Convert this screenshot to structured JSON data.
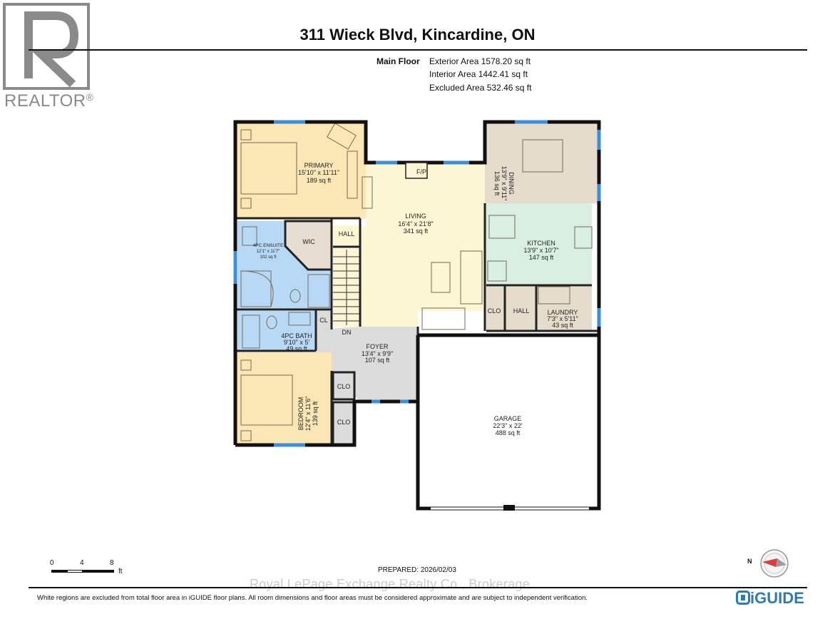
{
  "header": {
    "title": "311 Wieck Blvd, Kincardine, ON",
    "floor_label": "Main Floor",
    "areas": [
      "Exterior Area 1578.20 sq ft",
      "Interior Area 1442.41 sq ft",
      "Excluded Area 532.46 sq ft"
    ]
  },
  "logo": {
    "text": "REALTOR",
    "mark": "®"
  },
  "rooms": {
    "primary": {
      "name": "PRIMARY",
      "dims": "15'10\" x 11'11\"",
      "area": "189 sq ft"
    },
    "living": {
      "name": "LIVING",
      "dims": "16'4\" x 21'8\"",
      "area": "341 sq ft"
    },
    "dining": {
      "name": "DINING",
      "dims": "13'9\" x 9'11\"",
      "area": "136 sq ft"
    },
    "kitchen": {
      "name": "KITCHEN",
      "dims": "13'9\" x 10'7\"",
      "area": "147 sq ft"
    },
    "ensuite": {
      "name": "4PC ENSUITE",
      "dims": "12'1\" x 11'7\"",
      "area": "102 sq ft"
    },
    "wic": {
      "name": "WIC"
    },
    "hall1": {
      "name": "HALL"
    },
    "hall2": {
      "name": "HALL"
    },
    "bath": {
      "name": "4PC BATH",
      "dims": "9'10\" x 5'",
      "area": "49 sq ft"
    },
    "foyer": {
      "name": "FOYER",
      "dims": "13'4\" x 9'9\"",
      "area": "107 sq ft"
    },
    "bedroom": {
      "name": "BEDROOM",
      "dims": "12'4\" x 11'6\"",
      "area": "139 sq ft"
    },
    "laundry": {
      "name": "LAUNDRY",
      "dims": "7'3\" x 5'11\"",
      "area": "43 sq ft"
    },
    "garage": {
      "name": "GARAGE",
      "dims": "22'3\" x 22'",
      "area": "488 sq ft"
    },
    "clo1": {
      "name": "CLO"
    },
    "clo2": {
      "name": "CLO"
    },
    "clo3": {
      "name": "CLO"
    },
    "clo4": {
      "name": "CL"
    },
    "fp": {
      "name": "F/P"
    },
    "dn": {
      "name": "DN"
    }
  },
  "scale": {
    "ticks": [
      "0",
      "4",
      "8"
    ],
    "unit": "ft"
  },
  "compass": {
    "label": "N"
  },
  "prepared": "PREPARED: 2026/02/03",
  "watermark": "Royal LePage Exchange Realty Co., Brokerage",
  "footnote": "White regions are excluded from total floor area in iGUIDE floor plans. All room dimensions and floor areas must be considered approximate and are subject to independent verification.",
  "brand": "iGUIDE",
  "colors": {
    "bedroom": "#fbe7b5",
    "living": "#fcf6d4",
    "dining": "#e6dccc",
    "kitchen": "#d8efe1",
    "bath": "#b8d9f6",
    "foyer": "#dcdcdc",
    "wic": "#e8ddd1",
    "window": "#3a8fd8",
    "wall": "#111111",
    "brand": "#2b7bb9"
  }
}
